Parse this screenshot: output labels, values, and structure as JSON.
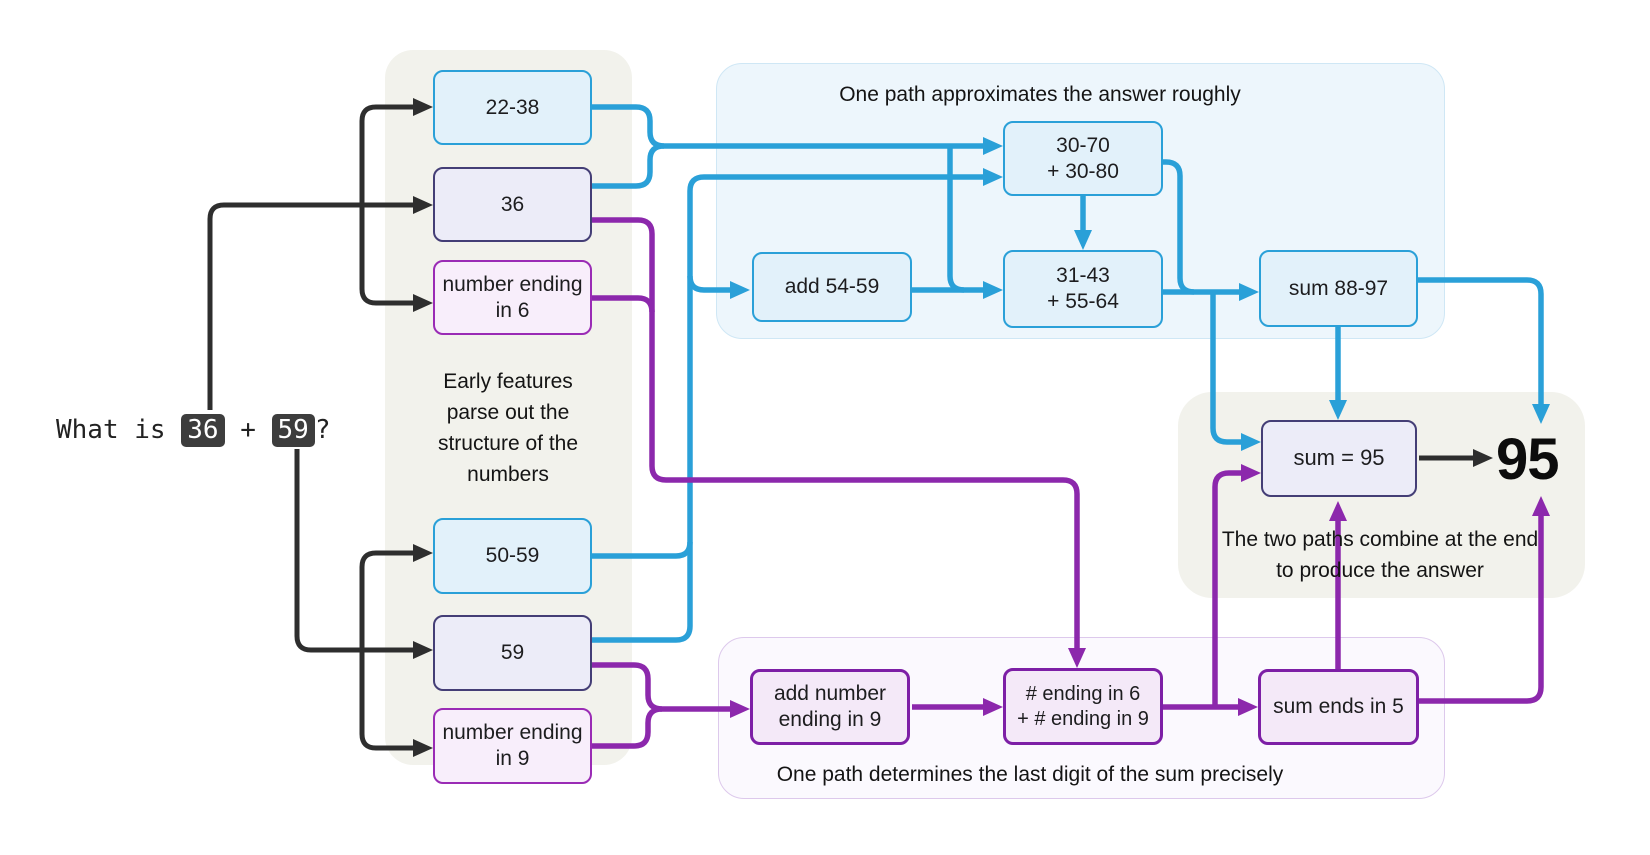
{
  "colors": {
    "approx_line": "#2aa0d8",
    "precise_line": "#8c28ac",
    "structure_line": "#2e2e2e",
    "blue_box_fill": "#e2f1fa",
    "lavender_box_fill": "#ececf8",
    "lavender_box_border": "#443e76",
    "pink_box_fill": "#f8eefb",
    "pink_box_border": "#9a2bb5",
    "purple_box_border": "#7d1fa6",
    "beige_panel": "#f2f2ec",
    "blue_panel": "#edf6fc",
    "purple_panel": "#fbf9fe",
    "token_background": "#3d3d3d"
  },
  "question": {
    "prefix": "What is ",
    "operand_a": "36",
    "operator": " + ",
    "operand_b": "59",
    "suffix": "?"
  },
  "input_panel": {
    "caption_line1": "Early features",
    "caption_line2": "parse out the",
    "caption_line3": "structure of the",
    "caption_line4": "numbers",
    "boxes": {
      "approx_a": "22-38",
      "exact_a": "36",
      "mod_a": "number ending in 6",
      "approx_b": "50-59",
      "exact_b": "59",
      "mod_b": "number ending in 9"
    }
  },
  "approx_path": {
    "caption": "One path approximates the answer roughly",
    "boxes": {
      "range_sum_line1": "30-70",
      "range_sum_line2": "+ 30-80",
      "add": "add 54-59",
      "narrow_sum_line1": "31-43",
      "narrow_sum_line2": "+ 55-64",
      "sum": "sum 88-97"
    }
  },
  "precise_path": {
    "caption": "One path determines the last digit of the sum precisely",
    "boxes": {
      "add": "add number ending in 9",
      "mod_sum_line1": "# ending in 6",
      "mod_sum_line2": "+ # ending in 9",
      "result": "sum ends in 5"
    }
  },
  "combine": {
    "caption_line1": "The two paths combine at the end",
    "caption_line2": "to produce the answer",
    "sum_box": "sum = 95",
    "answer": "95"
  }
}
